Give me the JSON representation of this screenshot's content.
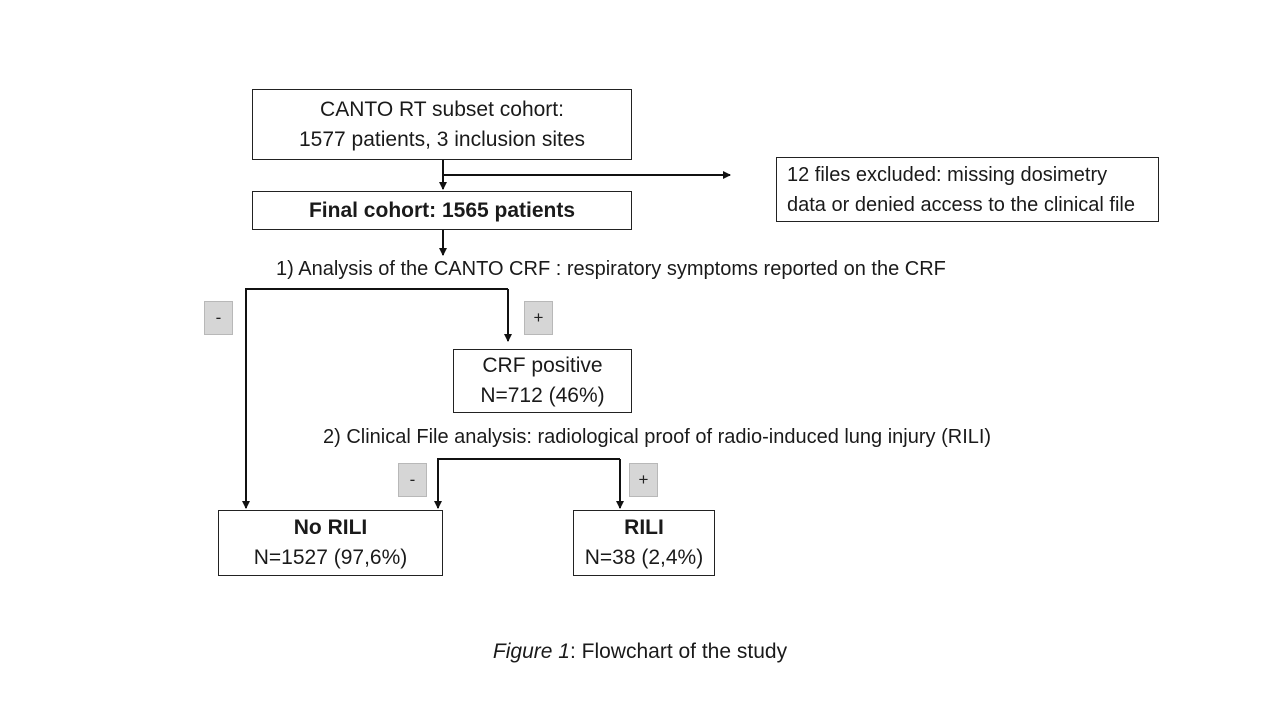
{
  "nodes": {
    "subset_cohort": {
      "line1": "CANTO RT subset cohort:",
      "line2": "1577 patients, 3 inclusion sites"
    },
    "excluded": {
      "line1": "12 files excluded: missing dosimetry",
      "line2": "data or denied access to the clinical file"
    },
    "final_cohort": {
      "text": "Final cohort: 1565 patients"
    },
    "crf_positive": {
      "line1": "CRF positive",
      "line2": "N=712 (46%)"
    },
    "no_rili": {
      "line1": "No RILI",
      "line2": "N=1527 (97,6%)"
    },
    "rili": {
      "line1": "RILI",
      "line2": "N=38 (2,4%)"
    }
  },
  "steps": {
    "step1": "1) Analysis of the CANTO CRF : respiratory symptoms reported on the CRF",
    "step2": "2) Clinical File analysis: radiological proof of radio-induced lung injury (RILI)"
  },
  "signs": {
    "step1_negative": "-",
    "step1_positive": "+",
    "step2_negative": "-",
    "step2_positive": "+"
  },
  "caption": {
    "figure_label": "Figure 1",
    "text": ": Flowchart of the study"
  }
}
